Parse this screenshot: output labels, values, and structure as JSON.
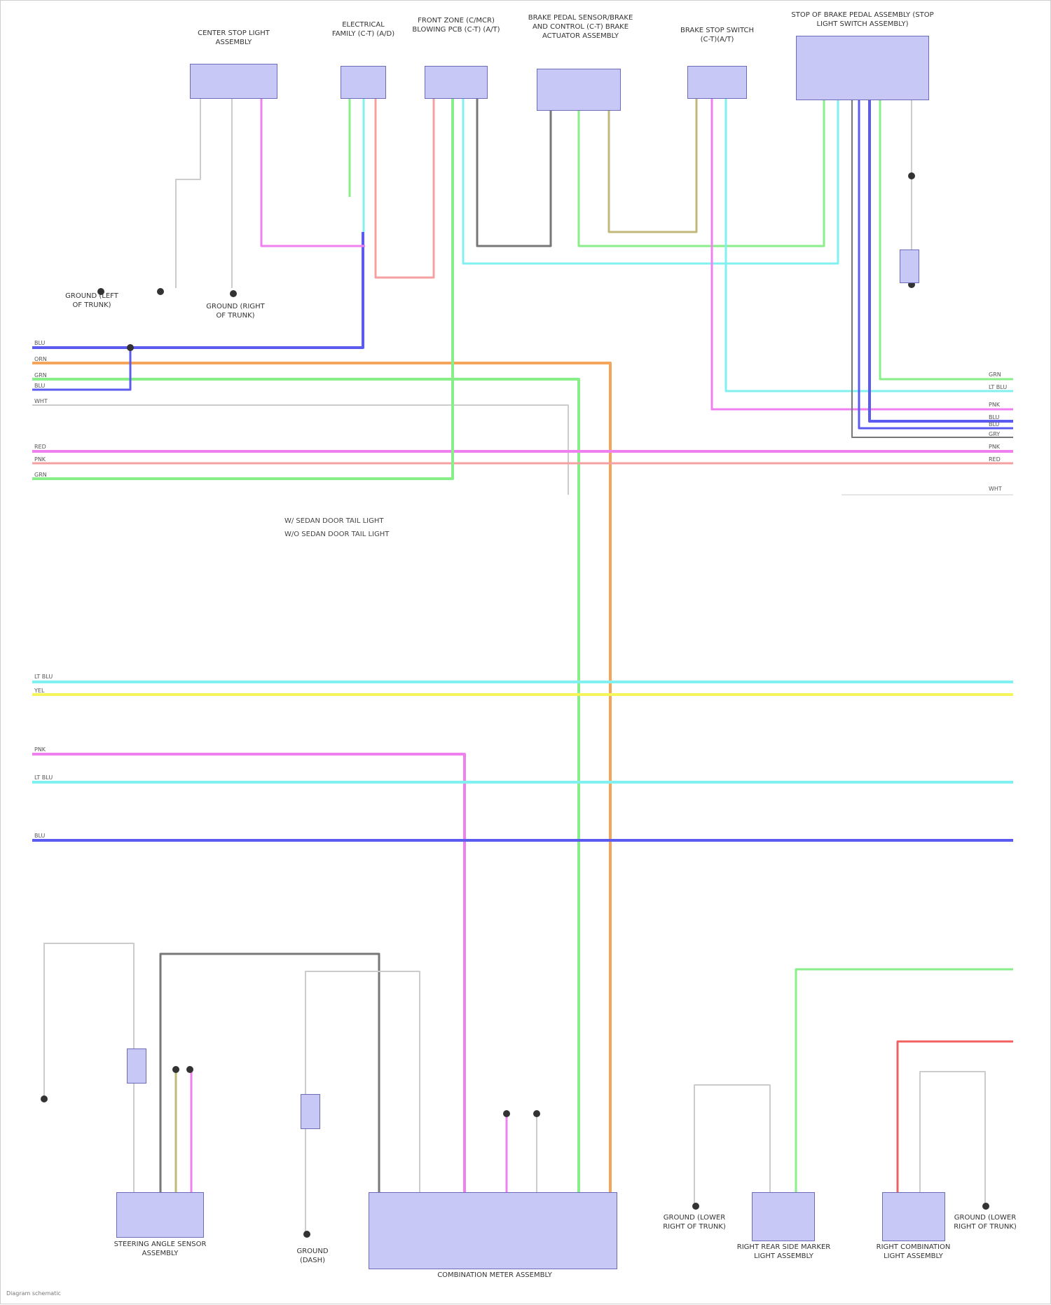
{
  "diagram": {
    "title": "",
    "colors": {
      "blue": "#5b5bf0",
      "orange": "#f5a55a",
      "green": "#88ee88",
      "pink": "#f080f0",
      "salmon": "#f5a0a0",
      "cyan": "#80f0f0",
      "yellow": "#f5f55a",
      "gray": "#777777",
      "olive": "#c0b878",
      "lightgray": "#cccccc",
      "red": "#f06060",
      "connector_fill": "#c8c8f6"
    },
    "top_components": [
      {
        "label": "CENTER STOP LIGHT ASSEMBLY"
      },
      {
        "label": "ELECTRICAL FAMILY (C-T) (A/D)"
      },
      {
        "label": "FRONT ZONE (C/MCR) BLOWING PCB (C-T) (A/T)"
      },
      {
        "label": "BRAKE PEDAL SENSOR/BRAKE AND CONTROL (C-T) BRAKE ACTUATOR ASSEMBLY"
      },
      {
        "label": "BRAKE STOP SWITCH (C-T)(A/T)"
      },
      {
        "label": "STOP OF BRAKE PEDAL ASSEMBLY (STOP LIGHT SWITCH ASSEMBLY)"
      }
    ],
    "bottom_components": [
      {
        "label": "STEERING ANGLE SENSOR ASSEMBLY"
      },
      {
        "label": "COMBINATION METER ASSEMBLY"
      },
      {
        "label": "RIGHT REAR SIDE MARKER LIGHT ASSEMBLY"
      },
      {
        "label": "RIGHT COMBINATION LIGHT ASSEMBLY"
      }
    ],
    "grounds": [
      {
        "label": "GROUND (LEFT OF TRUNK)"
      },
      {
        "label": "GROUND (RIGHT OF TRUNK)"
      },
      {
        "label": "GROUND (DASH)"
      },
      {
        "label": "GROUND (LOWER RIGHT OF TRUNK)"
      },
      {
        "label": "GROUND (LOWER RIGHT OF TRUNK)"
      }
    ],
    "left_wire_labels": [
      "BLU",
      "ORN",
      "GRN",
      "BLU",
      "WHT",
      "RED",
      "PNK",
      "GRN"
    ],
    "right_wire_labels": [
      "GRN",
      "LT BLU",
      "PNK",
      "BLU",
      "BLU",
      "GRY",
      "PNK",
      "RED",
      "WHT"
    ],
    "mid_wire_labels": [
      "LT BLU",
      "YEL",
      "PNK",
      "LT BLU",
      "BLU"
    ],
    "legend": [
      "W/ SEDAN DOOR TAIL LIGHT",
      "W/O SEDAN DOOR TAIL LIGHT"
    ],
    "footer": "Diagram schematic"
  }
}
